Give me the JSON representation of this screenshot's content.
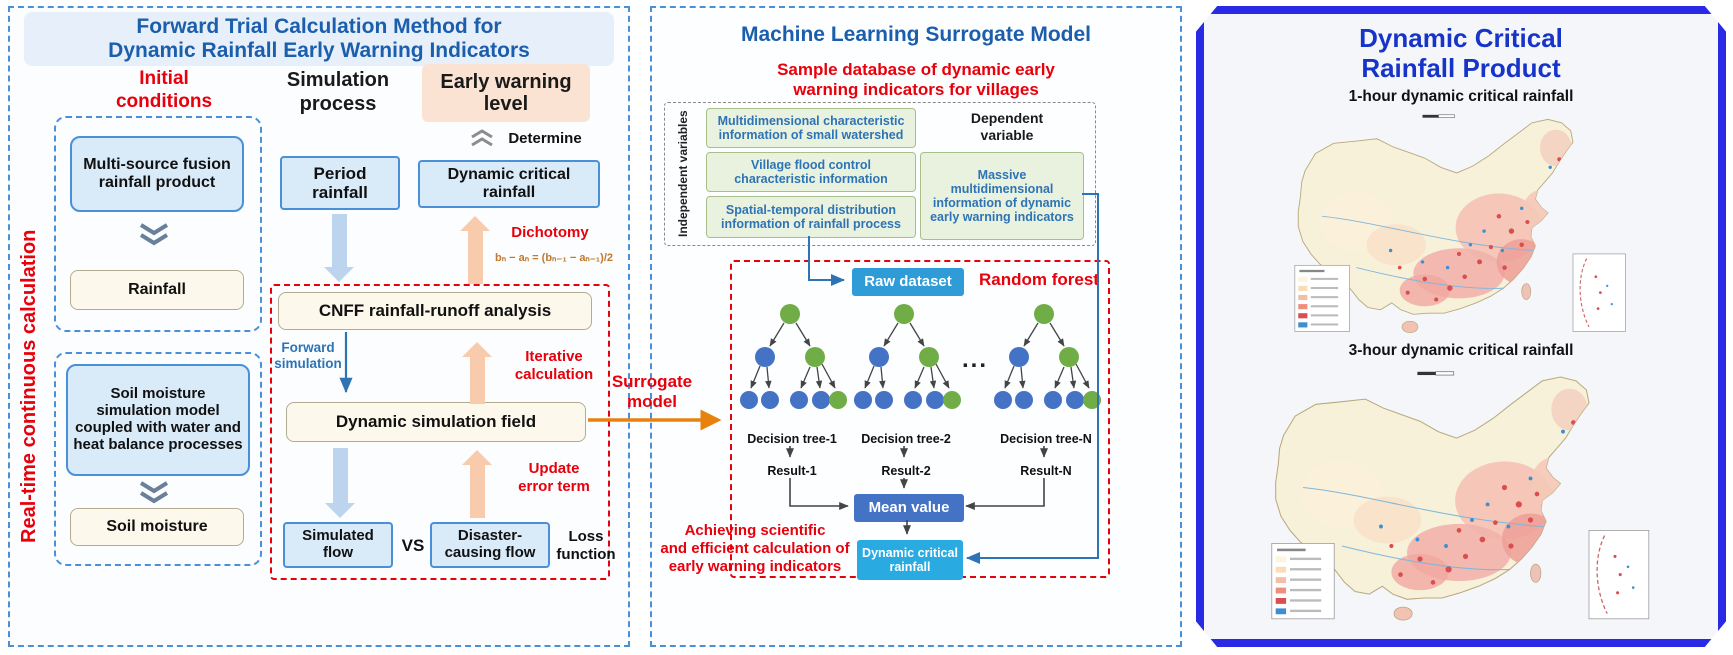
{
  "colors": {
    "panel_border_blue": "#4a90d9",
    "title_blue": "#1b5eac",
    "red": "#e8000b",
    "box_blue_fill": "#d9eaf8",
    "box_cream_fill": "#fdf8ec",
    "green_fill": "#e9f1df",
    "orange_arrow": "#f8cbad",
    "blue_arrow": "#bdd4ee",
    "raw_dataset_blue": "#2f9cd8",
    "mean_blue": "#4472c4",
    "output_cyan": "#29abe2",
    "right_frame_blue": "#2a2ae6"
  },
  "left": {
    "title": "Forward Trial Calculation Method for\nDynamic Rainfall Early Warning Indicators",
    "side_label": "Real-time continuous calculation",
    "headings": {
      "initial": "Initial\nconditions",
      "simulation": "Simulation\nprocess",
      "warning": "Early warning\nlevel"
    },
    "boxes": {
      "multi_source": "Multi-source fusion rainfall product",
      "rainfall": "Rainfall",
      "soil_model": "Soil moisture simulation model coupled with water and heat balance processes",
      "soil_moisture": "Soil moisture",
      "period_rainfall": "Period\nrainfall",
      "dynamic_critical": "Dynamic critical rainfall",
      "cnff": "CNFF rainfall-runoff analysis",
      "dynamic_field": "Dynamic simulation field",
      "simulated_flow": "Simulated\nflow",
      "vs": "VS",
      "disaster_flow": "Disaster-\ncausing flow"
    },
    "labels": {
      "determine": "Determine",
      "dichotomy": "Dichotomy",
      "formula": "bₙ − aₙ = (bₙ₋₁ − aₙ₋₁)/2",
      "forward_sim": "Forward\nsimulation",
      "iterative": "Iterative\ncalculation",
      "update_error": "Update\nerror term",
      "loss_function": "Loss\nfunction"
    }
  },
  "middle": {
    "title": "Machine Learning Surrogate Model",
    "sample_db": "Sample database of dynamic early\nwarning indicators for villages",
    "independent_label": "Independent variables",
    "dependent_label": "Dependent\nvariable",
    "features": [
      "Multidimensional characteristic information of small watershed",
      "Village flood control characteristic information",
      "Spatial-temporal distribution information of rainfall process"
    ],
    "massive": "Massive multidimensional information of dynamic early warning indicators",
    "raw_dataset": "Raw dataset",
    "random_forest": "Random forest",
    "ellipsis": "...",
    "trees": [
      {
        "label": "Decision tree-1",
        "result": "Result-1"
      },
      {
        "label": "Decision tree-2",
        "result": "Result-2"
      },
      {
        "label": "Decision tree-N",
        "result": "Result-N"
      }
    ],
    "mean_value": "Mean value",
    "output": "Dynamic critical\nrainfall",
    "achieving": "Achieving scientific\nand efficient calculation of\nearly warning indicators",
    "surrogate": "Surrogate\nmodel"
  },
  "right": {
    "title": "Dynamic Critical\nRainfall Product",
    "map1_label": "1-hour dynamic critical rainfall",
    "map2_label": "3-hour dynamic critical rainfall"
  }
}
